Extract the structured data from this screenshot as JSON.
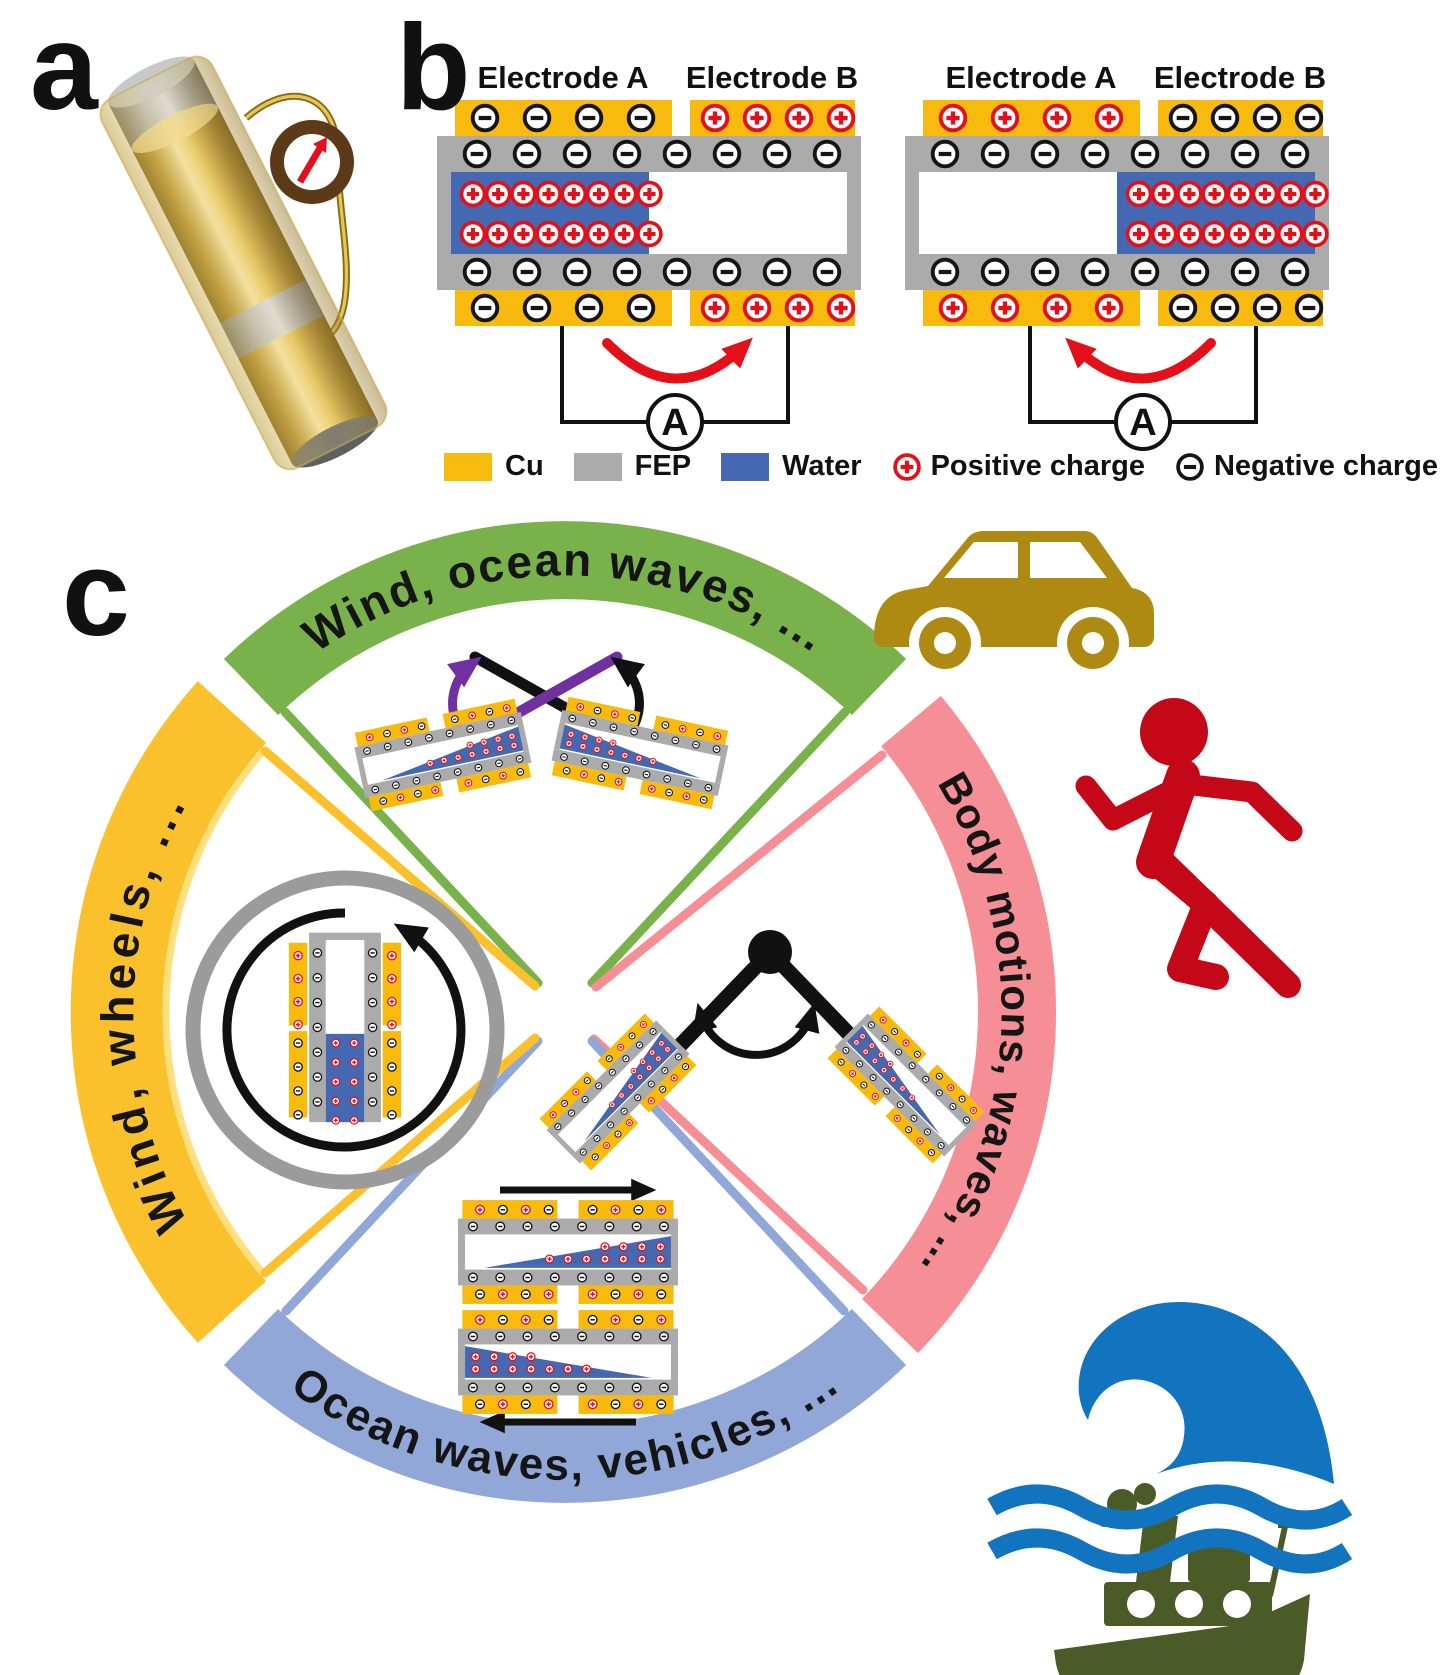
{
  "panel_a": {
    "label": "a"
  },
  "panel_b": {
    "label": "b",
    "diagram_left": {
      "electrode_a": "Electrode A",
      "electrode_b": "Electrode B",
      "ammeter_label": "A"
    },
    "diagram_right": {
      "electrode_a": "Electrode A",
      "electrode_b": "Electrode B",
      "ammeter_label": "A"
    },
    "legend": {
      "cu": "Cu",
      "fep": "FEP",
      "water": "Water",
      "positive": "Positive charge",
      "negative": "Negative charge"
    }
  },
  "panel_c": {
    "label": "c",
    "sectors": [
      {
        "id": "top",
        "label": "Wind, ocean waves, ...",
        "color": "#79B24A"
      },
      {
        "id": "right",
        "label": "Body motions, waves, ...",
        "color": "#F68E96"
      },
      {
        "id": "bottom",
        "label": "Ocean waves, vehicles, ...",
        "color": "#90A7D8"
      },
      {
        "id": "left",
        "label": "Wind,  wheels, ...",
        "color": "#FBC12D"
      }
    ],
    "icons": [
      {
        "name": "car",
        "color": "#AE8A12"
      },
      {
        "name": "runner",
        "color": "#C40818"
      },
      {
        "name": "boat",
        "color": "#4A5B27"
      },
      {
        "name": "wave",
        "color": "#1273BE"
      }
    ]
  },
  "materials": {
    "cu_color": "#F8BA0D",
    "fep_color": "#ABABAB",
    "water_color": "#4568B2",
    "positive_color": "#E3101A",
    "negative_color": "#151515"
  }
}
